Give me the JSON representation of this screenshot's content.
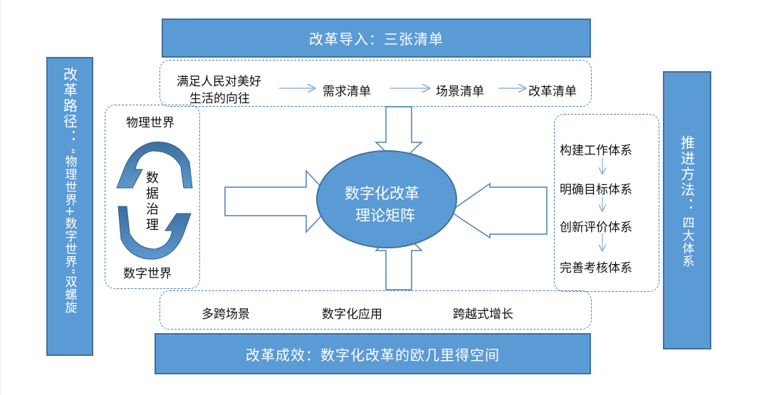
{
  "top_banner": "改革导入：三张清单",
  "bottom_banner": "改革成效：数字化改革的欧几里得空间",
  "left_bar": {
    "title": "改革路径：",
    "subtitle": "“物理世界+数字世界”双螺旋"
  },
  "right_bar": {
    "title": "推进方法：",
    "subtitle": "四大体系"
  },
  "flow": {
    "start": [
      "满足人民对美好",
      "生活的向往"
    ],
    "steps": [
      "需求清单",
      "场景清单",
      "改革清单"
    ]
  },
  "cycle": {
    "top": "物理世界",
    "bottom": "数字世界",
    "center": [
      "数",
      "据",
      "治",
      "理"
    ]
  },
  "center": {
    "line1": "数字化改革",
    "line2": "理论矩阵"
  },
  "systems": [
    "构建工作体系",
    "明确目标体系",
    "创新评价体系",
    "完善考核体系"
  ],
  "outcomes": [
    "多跨场景",
    "数字化应用",
    "跨越式增长"
  ],
  "colors": {
    "banner_fill": "#5b9bd5",
    "banner_border": "#41719c",
    "arrow_outline": "#4a7fb8",
    "ellipse_fill": "#5b9bd5"
  }
}
